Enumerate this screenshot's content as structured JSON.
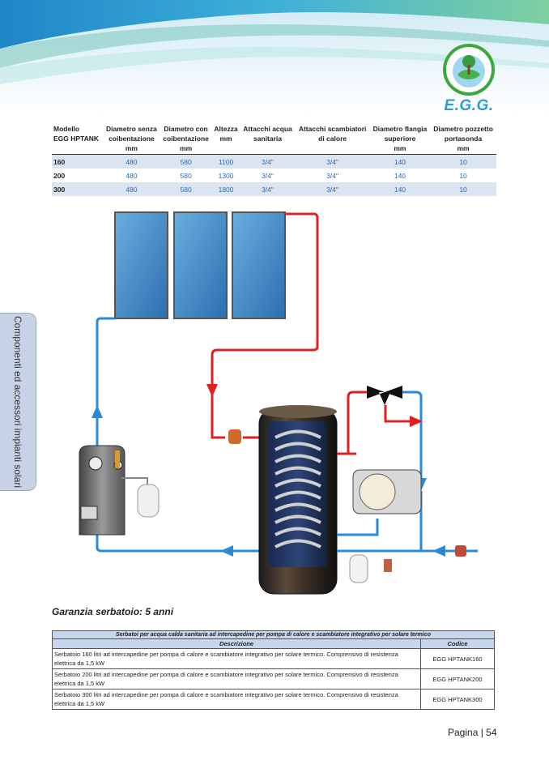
{
  "brand": {
    "logo_text": "E.G.G."
  },
  "side_tab": {
    "label": "Componenti ed accessori impianti solari"
  },
  "spec_table": {
    "headers": [
      [
        "Modello",
        "EGG HPTANK"
      ],
      [
        "Diametro senza",
        "coibentazione",
        "mm"
      ],
      [
        "Diametro con",
        "coibentazione",
        "mm"
      ],
      [
        "Altezza",
        "mm"
      ],
      [
        "Attacchi acqua",
        "sanitaria"
      ],
      [
        "Attacchi scambiatori",
        "di calore"
      ],
      [
        "Diametro flangia",
        "superiore",
        "mm"
      ],
      [
        "Diametro pozzetto",
        "portasonda",
        "mm"
      ]
    ],
    "rows": [
      [
        "160",
        "480",
        "580",
        "1100",
        "3/4\"",
        "3/4\"",
        "140",
        "10"
      ],
      [
        "200",
        "480",
        "580",
        "1300",
        "3/4\"",
        "3/4\"",
        "140",
        "10"
      ],
      [
        "300",
        "480",
        "580",
        "1800",
        "3/4\"",
        "3/4\"",
        "140",
        "10"
      ]
    ]
  },
  "colors": {
    "hot_pipe": "#e02020",
    "cold_pipe": "#2b8ad6",
    "panel": "#3d86c6",
    "accent": "#2e9bd6"
  },
  "garanzia": "Garanzia serbatoio: 5 anni",
  "codes_table": {
    "title": "Serbatoi per acqua calda sanitaria ad intercapedine per pompa di calore e scambiatore integrativo per solare termico",
    "col_desc": "Descrizione",
    "col_code": "Codice",
    "rows": [
      {
        "desc": "Serbatoio 160 litri ad intercapedine per pompa di calore e scambiatore integrativo per solare termico. Comprensivo di resistenza elettrica da 1,5 kW",
        "code": "EGG HPTANK160"
      },
      {
        "desc": "Serbatoio 200 litri ad intercapedine per pompa di calore e scambiatore integrativo per solare termico. Comprensivo di resistenza elettrica da 1,5 kW",
        "code": "EGG HPTANK200"
      },
      {
        "desc": "Serbatoio 300 litri ad intercapedine per pompa di calore e scambiatore integrativo per solare termico. Comprensivo di resistenza elettrica da 1,5 kW",
        "code": "EGG HPTANK300"
      }
    ]
  },
  "page_number": "Pagina | 54"
}
